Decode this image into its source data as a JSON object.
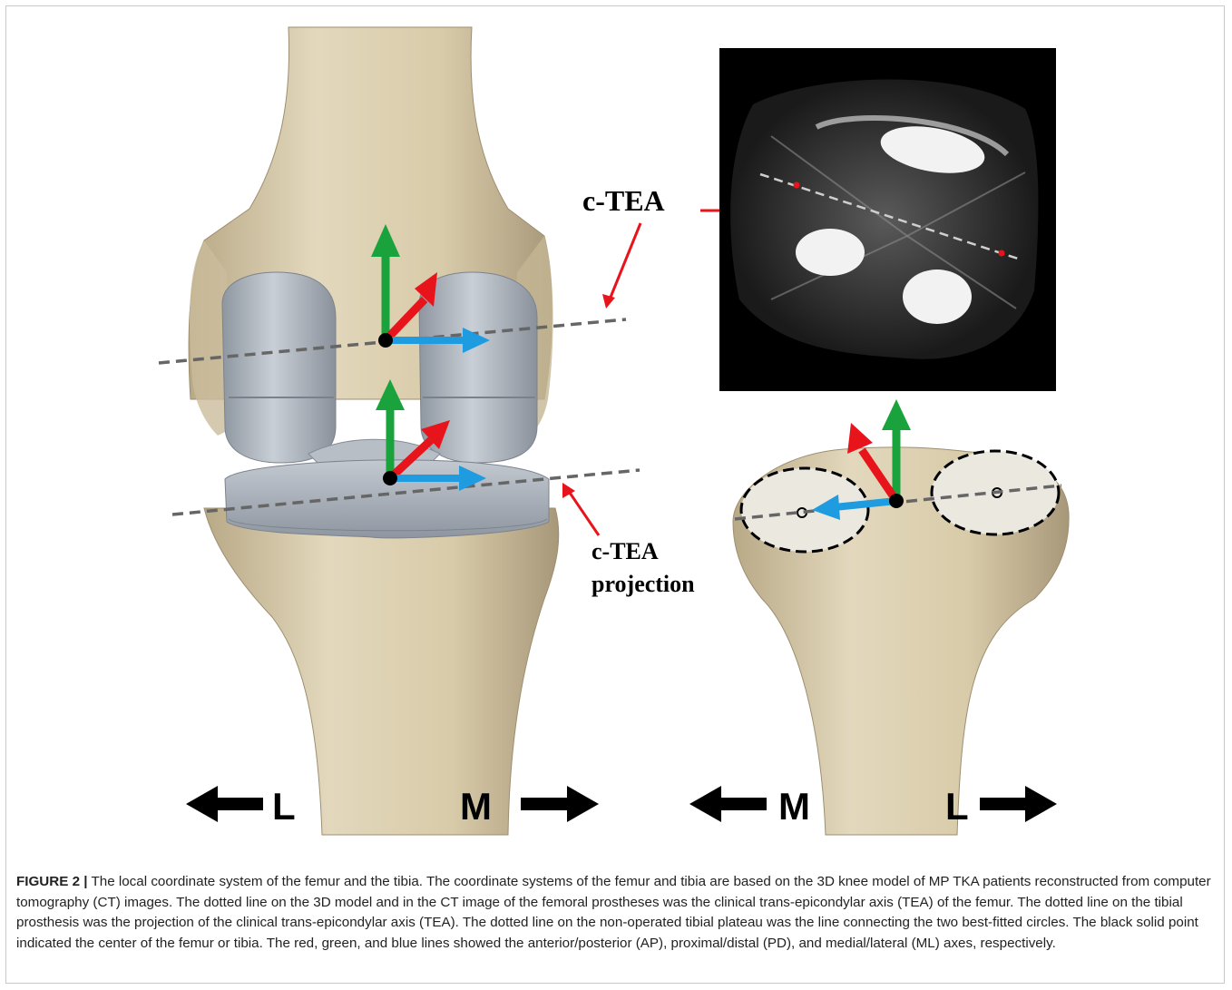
{
  "figure": {
    "labels": {
      "c_tea": "c-TEA",
      "c_tea_projection_line1": "c-TEA",
      "c_tea_projection_line2": "projection"
    },
    "direction_labels": {
      "left_panel_left": "L",
      "left_panel_right": "M",
      "right_panel_left": "M",
      "right_panel_right": "L"
    },
    "axis_colors": {
      "anterior_posterior": "#e8141b",
      "proximal_distal": "#1aa33c",
      "medial_lateral": "#1f9be0"
    },
    "bone_color": "#d6c9a9",
    "prosthesis_color": "#a8afb8"
  },
  "caption": {
    "label": "FIGURE 2 |",
    "text": "The local coordinate system of the femur and the tibia. The coordinate systems of the femur and tibia are based on the 3D knee model of MP TKA patients reconstructed from computer tomography (CT) images. The dotted line on the 3D model and in the CT image of the femoral prostheses was the clinical trans-epicondylar axis (TEA) of the femur. The dotted line on the tibial prosthesis was the projection of the clinical trans-epicondylar axis (TEA). The dotted line on the non-operated tibial plateau was the line connecting the two best-fitted circles. The black solid point indicated the center of the femur or tibia. The red, green, and blue lines showed the anterior/posterior (AP), proximal/distal (PD), and medial/lateral (ML) axes, respectively."
  }
}
